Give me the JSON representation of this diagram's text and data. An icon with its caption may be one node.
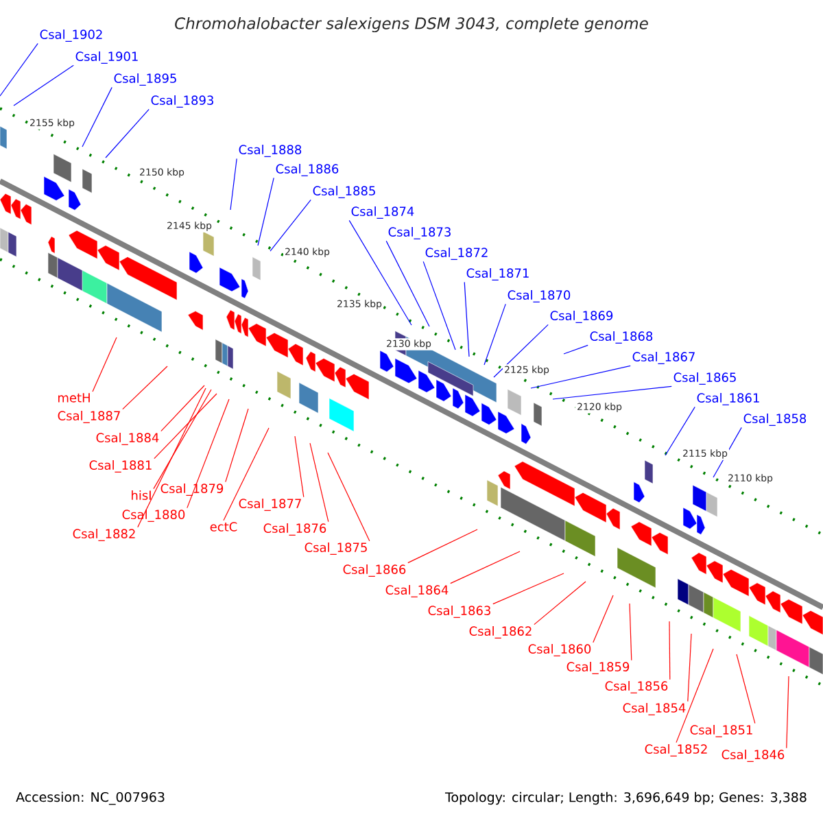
{
  "diagram": {
    "title": "Chromohalobacter salexigens DSM 3043, complete genome",
    "nodes": [
      {
        "text": [
          "Csal_1902"
        ]
      },
      {
        "text": [
          "Csal_1901"
        ]
      },
      {
        "text": [
          "Csal_1895"
        ]
      },
      {
        "text": [
          "Csal_1893"
        ]
      },
      {
        "text": [
          "Csal_1888"
        ]
      },
      {
        "text": [
          "Csal_1886"
        ]
      },
      {
        "text": [
          "Csal_1885"
        ]
      },
      {
        "text": [
          "Csal_1874"
        ]
      },
      {
        "text": [
          "Csal_1873"
        ]
      },
      {
        "text": [
          "Csal_1872"
        ]
      },
      {
        "text": [
          "Csal_1871"
        ]
      },
      {
        "text": [
          "Csal_1870"
        ]
      },
      {
        "text": [
          "Csal_1869"
        ]
      },
      {
        "text": [
          "Csal_1868"
        ]
      },
      {
        "text": [
          "Csal_1867"
        ]
      },
      {
        "text": [
          "Csal_1865"
        ]
      },
      {
        "text": [
          "Csal_1861"
        ]
      },
      {
        "text": [
          "Csal_1858"
        ]
      },
      {
        "text": [
          "metH"
        ]
      },
      {
        "text": [
          "Csal_1887"
        ]
      },
      {
        "text": [
          "Csal_1884"
        ]
      },
      {
        "text": [
          "Csal_1881"
        ]
      },
      {
        "text": [
          "hisI"
        ]
      },
      {
        "text": [
          "Csal_1879"
        ]
      },
      {
        "text": [
          "Csal_1880"
        ]
      },
      {
        "text": [
          "Csal_1882"
        ]
      },
      {
        "text": [
          "Csal_1877"
        ]
      },
      {
        "text": [
          "ectC"
        ]
      },
      {
        "text": [
          "Csal_1876"
        ]
      },
      {
        "text": [
          "Csal_1875"
        ]
      },
      {
        "text": [
          "Csal_1866"
        ]
      },
      {
        "text": [
          "Csal_1864"
        ]
      },
      {
        "text": [
          "Csal_1863"
        ]
      },
      {
        "text": [
          "Csal_1862"
        ]
      },
      {
        "text": [
          "Csal_1860"
        ]
      },
      {
        "text": [
          "Csal_1859"
        ]
      },
      {
        "text": [
          "Csal_1856"
        ]
      },
      {
        "text": [
          "Csal_1854"
        ]
      },
      {
        "text": [
          "Csal_1851"
        ]
      },
      {
        "text": [
          "Csal_1852"
        ]
      },
      {
        "text": [
          "Csal_1846"
        ]
      }
    ],
    "edges": [
      {
        "from": 0,
        "to": null,
        "arrow": "none",
        "color": "#0000ff"
      },
      {
        "from": 1,
        "to": null,
        "arrow": "none",
        "color": "#0000ff"
      },
      {
        "from": 2,
        "to": null,
        "arrow": "none",
        "color": "#0000ff"
      },
      {
        "from": 3,
        "to": null,
        "arrow": "none",
        "color": "#0000ff"
      },
      {
        "from": 4,
        "to": null,
        "arrow": "none",
        "color": "#0000ff"
      },
      {
        "from": 5,
        "to": null,
        "arrow": "none",
        "color": "#0000ff"
      },
      {
        "from": 6,
        "to": null,
        "arrow": "none",
        "color": "#0000ff"
      },
      {
        "from": 7,
        "to": null,
        "arrow": "none",
        "color": "#0000ff"
      },
      {
        "from": 8,
        "to": null,
        "arrow": "none",
        "color": "#0000ff"
      },
      {
        "from": 9,
        "to": null,
        "arrow": "none",
        "color": "#0000ff"
      },
      {
        "from": 10,
        "to": null,
        "arrow": "none",
        "color": "#0000ff"
      },
      {
        "from": 11,
        "to": null,
        "arrow": "none",
        "color": "#0000ff"
      },
      {
        "from": 12,
        "to": null,
        "arrow": "none",
        "color": "#0000ff"
      },
      {
        "from": 13,
        "to": null,
        "arrow": "none",
        "color": "#0000ff"
      },
      {
        "from": 14,
        "to": null,
        "arrow": "none",
        "color": "#0000ff"
      },
      {
        "from": 15,
        "to": null,
        "arrow": "none",
        "color": "#0000ff"
      },
      {
        "from": 16,
        "to": null,
        "arrow": "none",
        "color": "#0000ff"
      },
      {
        "from": 17,
        "to": null,
        "arrow": "none",
        "color": "#0000ff"
      },
      {
        "from": 18,
        "to": null,
        "arrow": "none"
      },
      {
        "from": 19,
        "to": null,
        "arrow": "none"
      },
      {
        "from": 20,
        "to": null,
        "arrow": "none"
      },
      {
        "from": 21,
        "to": null,
        "arrow": "none"
      },
      {
        "from": 22,
        "to": null,
        "arrow": "none"
      },
      {
        "from": 23,
        "to": null,
        "arrow": "none"
      },
      {
        "from": 24,
        "to": null,
        "arrow": "none"
      },
      {
        "from": 25,
        "to": null,
        "arrow": "none"
      },
      {
        "from": 26,
        "to": null,
        "arrow": "none"
      },
      {
        "from": 27,
        "to": null,
        "arrow": "none"
      },
      {
        "from": 28,
        "to": null,
        "arrow": "none"
      },
      {
        "from": 29,
        "to": null,
        "arrow": "none"
      },
      {
        "from": 30,
        "to": null,
        "arrow": "none"
      },
      {
        "from": 31,
        "to": null,
        "arrow": "none"
      },
      {
        "from": 32,
        "to": null,
        "arrow": "none"
      },
      {
        "from": 33,
        "to": null,
        "arrow": "none"
      },
      {
        "from": 34,
        "to": null,
        "arrow": "none"
      },
      {
        "from": 35,
        "to": null,
        "arrow": "none"
      },
      {
        "from": 36,
        "to": null,
        "arrow": "none"
      },
      {
        "from": 37,
        "to": null,
        "arrow": "none"
      },
      {
        "from": 38,
        "to": null,
        "arrow": "none"
      },
      {
        "from": 39,
        "to": null,
        "arrow": "none"
      },
      {
        "from": 40,
        "to": null,
        "arrow": "none"
      }
    ],
    "labels": [
      "2155 kbp",
      "2150 kbp",
      "2145 kbp",
      "2140 kbp",
      "2135 kbp",
      "2130 kbp",
      "2125 kbp",
      "2120 kbp",
      "2115 kbp",
      "2110 kbp",
      "Accession: NC_007963",
      "Topology: circular; Length: 3,696,649 bp; Genes: 3,388"
    ]
  }
}
